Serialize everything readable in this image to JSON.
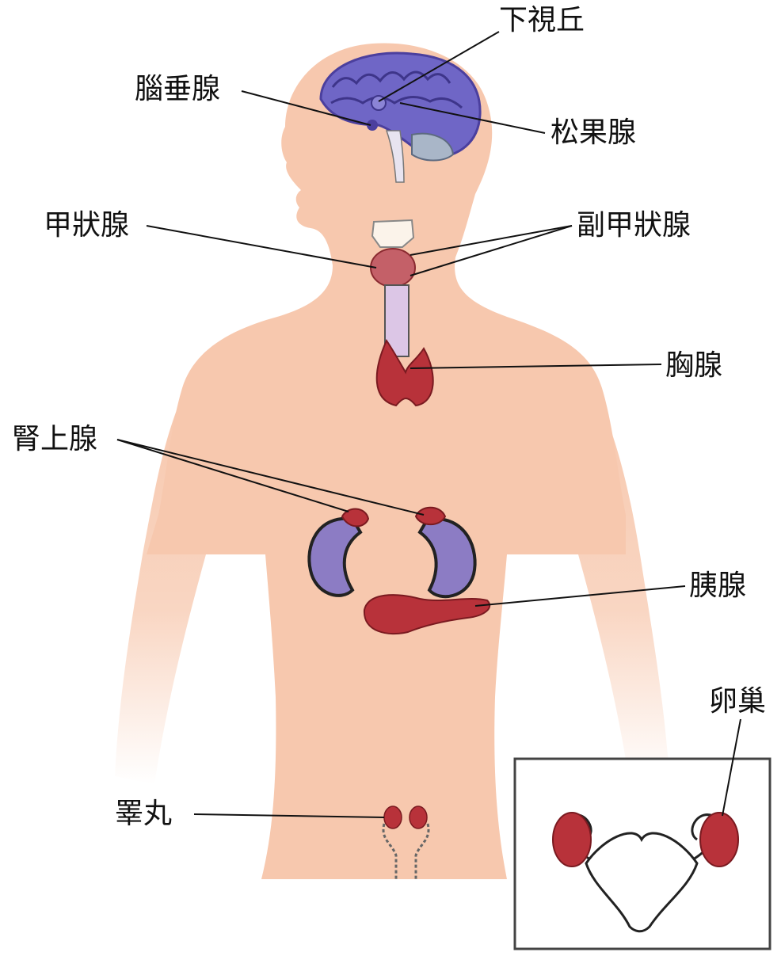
{
  "labels": {
    "hypothalamus": "下視丘",
    "pituitary": "腦垂腺",
    "pineal": "松果腺",
    "thyroid": "甲狀腺",
    "parathyroid": "副甲狀腺",
    "thymus": "胸腺",
    "adrenal": "腎上腺",
    "pancreas": "胰腺",
    "testis": "睪丸",
    "ovary": "卵巢"
  },
  "colors": {
    "skin": "#f7c8ae",
    "brain": "#6f66c6",
    "gland": "#b8323a",
    "kidney": "#8c7cc4",
    "line": "#111111"
  }
}
